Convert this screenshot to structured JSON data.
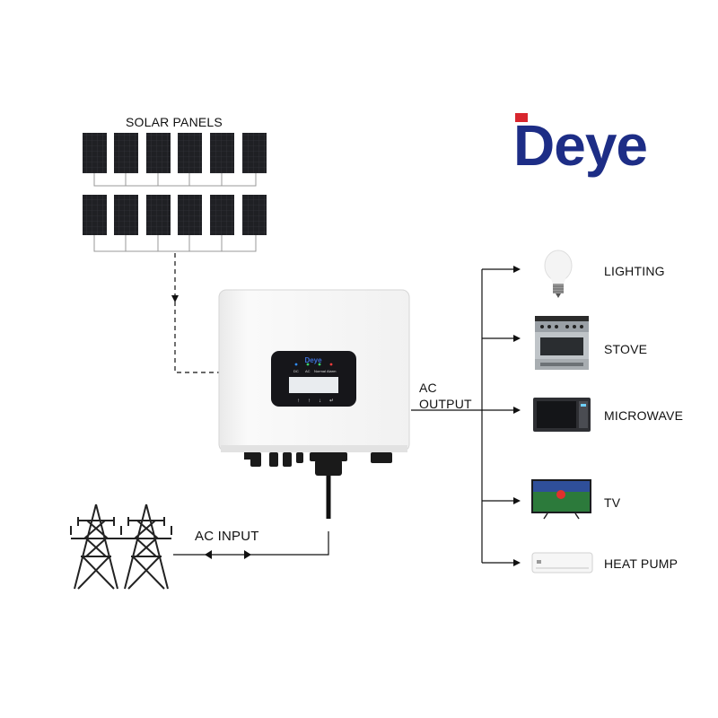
{
  "brand": {
    "logo_text": "Deye",
    "logo_color": "#1d2d86",
    "accent_color": "#d8262e"
  },
  "labels": {
    "solar_panels": "SOLAR PANELS",
    "ac_output_line1": "AC",
    "ac_output_line2": "OUTPUT",
    "ac_input": "AC INPUT"
  },
  "inverter": {
    "display_logo": "Deye",
    "indicators": [
      "DC",
      "AC",
      "Normal",
      "Alarm"
    ],
    "buttons": [
      "↑",
      "↑",
      "↓",
      "↵"
    ]
  },
  "loads": [
    {
      "label": "LIGHTING",
      "icon": "light-bulb-icon"
    },
    {
      "label": "STOVE",
      "icon": "stove-icon"
    },
    {
      "label": "MICROWAVE",
      "icon": "microwave-icon"
    },
    {
      "label": "TV",
      "icon": "tv-icon"
    },
    {
      "label": "HEAT PUMP",
      "icon": "heat-pump-icon"
    }
  ]
}
